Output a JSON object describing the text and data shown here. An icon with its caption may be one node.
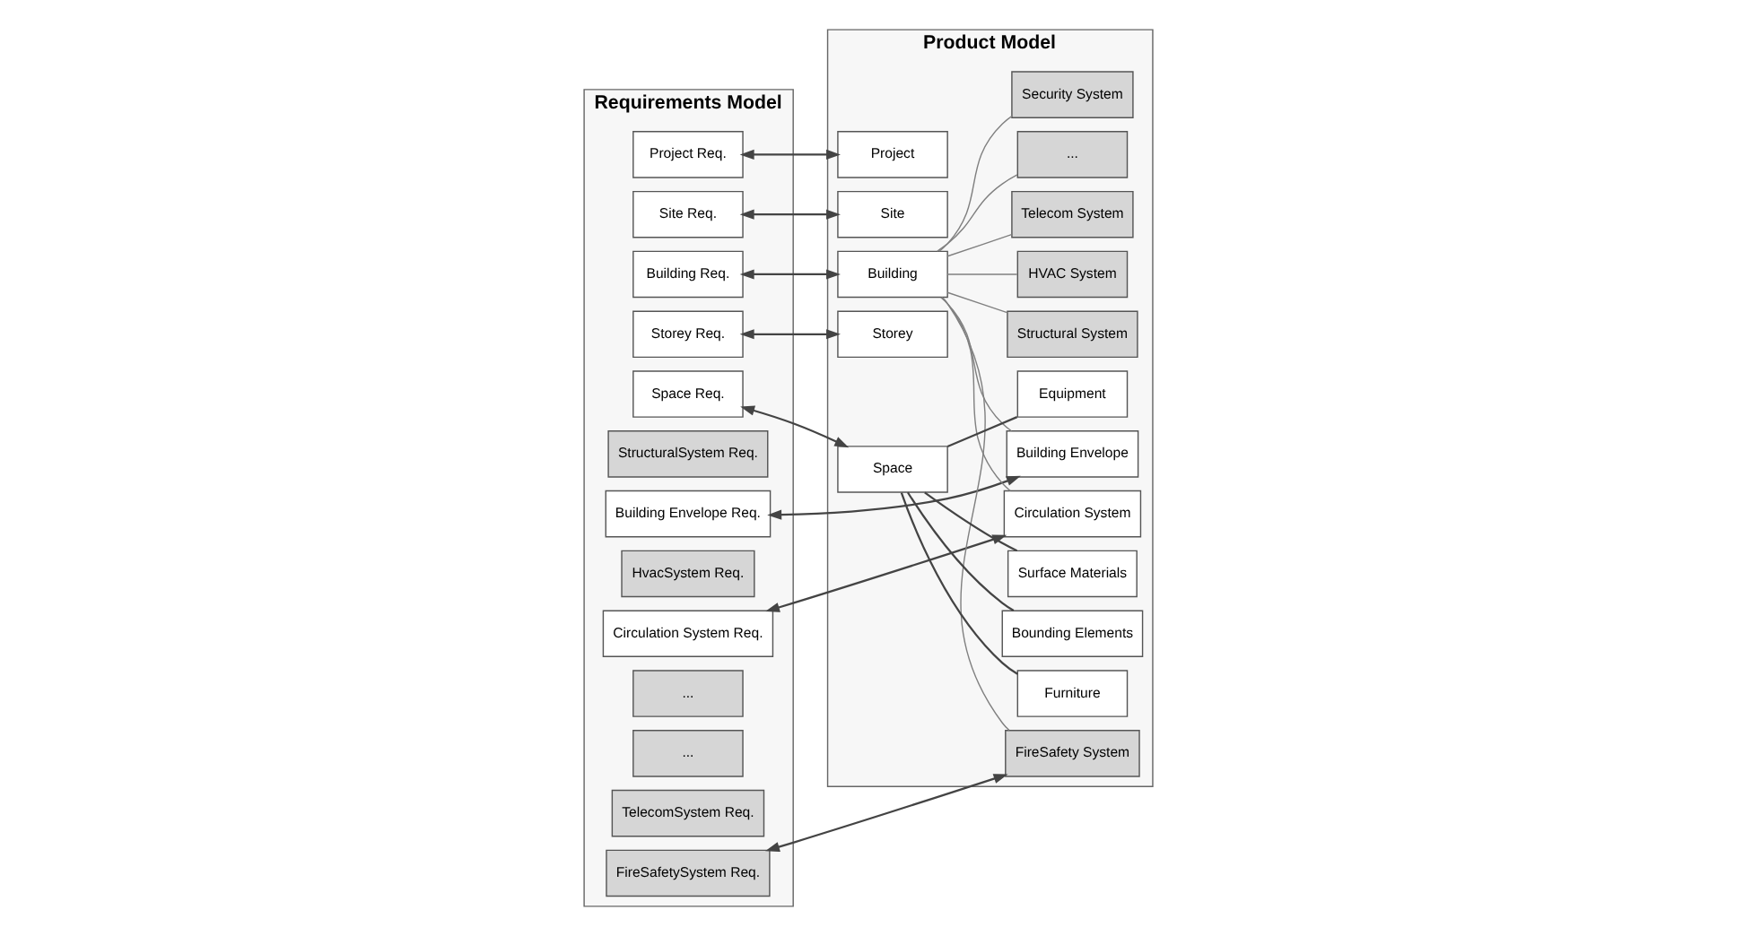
{
  "diagram": {
    "nodes": [
      {
        "text": [
          "Requirements Model"
        ]
      },
      {
        "text": [
          "Project Req."
        ],
        "in": 0
      },
      {
        "text": [
          "Site Req."
        ],
        "in": 0
      },
      {
        "text": [
          "Building Req."
        ],
        "in": 0
      },
      {
        "text": [
          "Storey Req."
        ],
        "in": 0
      },
      {
        "text": [
          "Space Req."
        ],
        "in": 0
      },
      {
        "text": [
          "StructuralSystem Req."
        ],
        "in": 0
      },
      {
        "text": [
          "Building Envelope Req."
        ],
        "in": 0
      },
      {
        "text": [
          "HvacSystem Req."
        ],
        "in": 0
      },
      {
        "text": [
          "Circulation System Req."
        ],
        "in": 0
      },
      {
        "text": [
          "..."
        ],
        "in": 0
      },
      {
        "text": [
          "..."
        ],
        "in": 0
      },
      {
        "text": [
          "TelecomSystem Req."
        ],
        "in": 0
      },
      {
        "text": [
          "FireSafetySystem Req."
        ],
        "in": 0
      },
      {
        "text": [
          "Product Model"
        ]
      },
      {
        "text": [
          "Project"
        ],
        "in": 14
      },
      {
        "text": [
          "Building Envelope"
        ],
        "in": 14
      },
      {
        "text": [
          "Site"
        ],
        "in": 14
      },
      {
        "text": [
          "Circulation System"
        ],
        "in": 14
      },
      {
        "text": [
          "Building"
        ],
        "in": 14
      },
      {
        "text": [
          "Structural System"
        ],
        "in": 14
      },
      {
        "text": [
          "Storey"
        ],
        "in": 14
      },
      {
        "text": [
          "HVAC System"
        ],
        "in": 14
      },
      {
        "text": [
          "Space"
        ],
        "in": 14
      },
      {
        "text": [
          "Telecom System"
        ],
        "in": 14
      },
      {
        "text": [
          "..."
        ],
        "in": 14
      },
      {
        "text": [
          "Bounding Elements"
        ],
        "in": 14
      },
      {
        "text": [
          "Surface Materials"
        ],
        "in": 14
      },
      {
        "text": [
          "Security System"
        ],
        "in": 14
      },
      {
        "text": [
          "FireSafety System"
        ],
        "in": 14
      },
      {
        "text": [
          "Furniture"
        ],
        "in": 14
      },
      {
        "text": [
          "Equipment"
        ],
        "in": 14
      }
    ],
    "edges": [
      {
        "from": 1,
        "to": 15,
        "arrow": "both"
      },
      {
        "from": 2,
        "to": 17,
        "arrow": "both"
      },
      {
        "from": 3,
        "to": 19,
        "arrow": "both"
      },
      {
        "from": 4,
        "to": 21,
        "arrow": "both"
      },
      {
        "from": 5,
        "to": 23,
        "arrow": "both"
      },
      {
        "from": 7,
        "to": 16,
        "arrow": "both"
      },
      {
        "from": 9,
        "to": 18,
        "arrow": "both"
      },
      {
        "from": 13,
        "to": 29,
        "arrow": "both"
      },
      {
        "from": 19,
        "to": 16,
        "arrow": "none",
        "color": "#808080"
      },
      {
        "from": 19,
        "to": 18,
        "arrow": "none",
        "color": "#808080"
      },
      {
        "from": 19,
        "to": 20,
        "arrow": "none",
        "color": "#808080"
      },
      {
        "from": 19,
        "to": 22,
        "arrow": "none",
        "color": "#808080"
      },
      {
        "from": 19,
        "to": 24,
        "arrow": "none",
        "color": "#808080"
      },
      {
        "from": 19,
        "to": 25,
        "arrow": "none",
        "color": "#808080"
      },
      {
        "from": 19,
        "to": 28,
        "arrow": "none",
        "color": "#808080"
      },
      {
        "from": 19,
        "to": 29,
        "arrow": "none",
        "color": "#808080"
      },
      {
        "from": 23,
        "to": 26,
        "arrow": "none"
      },
      {
        "from": 23,
        "to": 27,
        "arrow": "none"
      },
      {
        "from": 23,
        "to": 30,
        "arrow": "none"
      },
      {
        "from": 23,
        "to": 31,
        "arrow": "none"
      }
    ]
  }
}
